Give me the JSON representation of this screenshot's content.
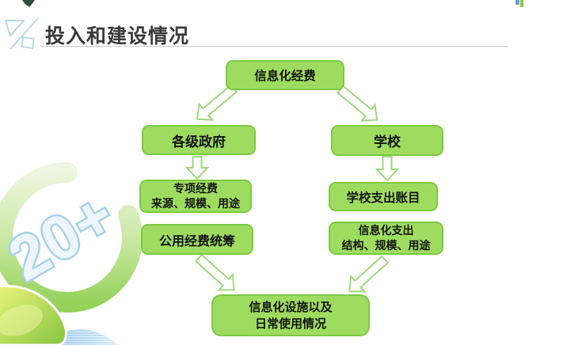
{
  "slide": {
    "title": "投入和建设情况",
    "watermark_text": "20+"
  },
  "colors": {
    "box_fill": "#9edc60",
    "box_border": "#7cc944",
    "box_text": "#141414",
    "arrow_fill": "#ffffff",
    "arrow_outline": "#9fd77d",
    "title_text": "#3a3a3a",
    "title_underline": "#c8c8c8",
    "deco_blue_outline": "#b9d9e8",
    "mini_logo_blue": "#6b9bd2",
    "mini_logo_green": "#8dc63f",
    "watermark_green": "#98d45c",
    "watermark_leaf": "#86c440",
    "watermark_blue": "#8fc3e8"
  },
  "flowchart": {
    "nodes": [
      {
        "id": "info-funds",
        "lines": [
          "信息化经费"
        ]
      },
      {
        "id": "governments",
        "lines": [
          "各级政府"
        ]
      },
      {
        "id": "school",
        "lines": [
          "学校"
        ]
      },
      {
        "id": "special-funds",
        "lines": [
          "专项经费",
          "来源、规模、用途"
        ]
      },
      {
        "id": "public-funds",
        "lines": [
          "公用经费统筹"
        ]
      },
      {
        "id": "school-accounts",
        "lines": [
          "学校支出账目"
        ]
      },
      {
        "id": "it-expenditure",
        "lines": [
          "信息化支出",
          "结构、规模、用途"
        ]
      },
      {
        "id": "facilities",
        "lines": [
          "信息化设施以及",
          "日常使用情况"
        ]
      }
    ],
    "edges": [
      {
        "from": "信息化经费",
        "to": "各级政府"
      },
      {
        "from": "信息化经费",
        "to": "学校"
      },
      {
        "from": "各级政府",
        "to": "专项经费 来源、规模、用途"
      },
      {
        "from": "学校",
        "to": "学校支出账目"
      },
      {
        "from": "公用经费统筹",
        "to": "信息化设施以及 日常使用情况"
      },
      {
        "from": "信息化支出 结构、规模、用途",
        "to": "信息化设施以及 日常使用情况"
      }
    ]
  }
}
